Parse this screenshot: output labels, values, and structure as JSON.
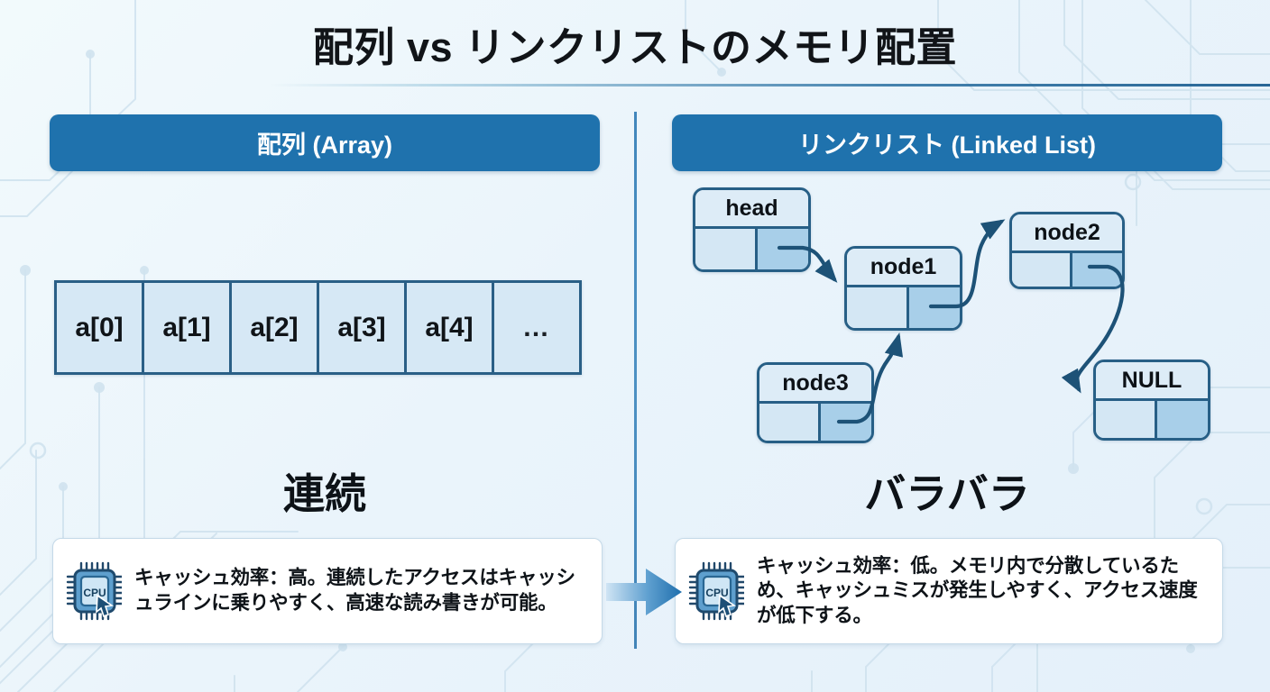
{
  "page": {
    "title": "配列 vs リンクリストのメモリ配置",
    "accent_color": "#1f72ad",
    "border_color": "#275f86",
    "cell_fill": "#d6e8f5",
    "pointer_fill": "#a8cfe9",
    "background_color": "#eaf4fb"
  },
  "left_panel": {
    "header": "配列 (Array)",
    "array_cells": [
      "a[0]",
      "a[1]",
      "a[2]",
      "a[3]",
      "a[4]",
      "…"
    ],
    "big_word": "連続",
    "caption": {
      "icon": "cpu-icon",
      "text": "キャッシュ効率：高。連続したアクセスはキャッシュラインに乗りやすく、高速な読み書きが可能。"
    }
  },
  "right_panel": {
    "header": "リンクリスト (Linked List)",
    "nodes": [
      {
        "id": "head",
        "label": "head"
      },
      {
        "id": "node1",
        "label": "node1"
      },
      {
        "id": "node2",
        "label": "node2"
      },
      {
        "id": "node3",
        "label": "node3"
      },
      {
        "id": "null",
        "label": "NULL"
      }
    ],
    "links": [
      {
        "from": "head",
        "to": "node1"
      },
      {
        "from": "node1",
        "to": "node2"
      },
      {
        "from": "node2",
        "to": "null"
      },
      {
        "from": "node3",
        "to": "node1"
      }
    ],
    "big_word": "バラバラ",
    "caption": {
      "icon": "cpu-icon",
      "text": "キャッシュ効率：低。メモリ内で分散しているため、キャッシュミスが発生しやすく、アクセス速度が低下する。"
    }
  },
  "flow": {
    "arrow": "right-arrow-icon"
  }
}
